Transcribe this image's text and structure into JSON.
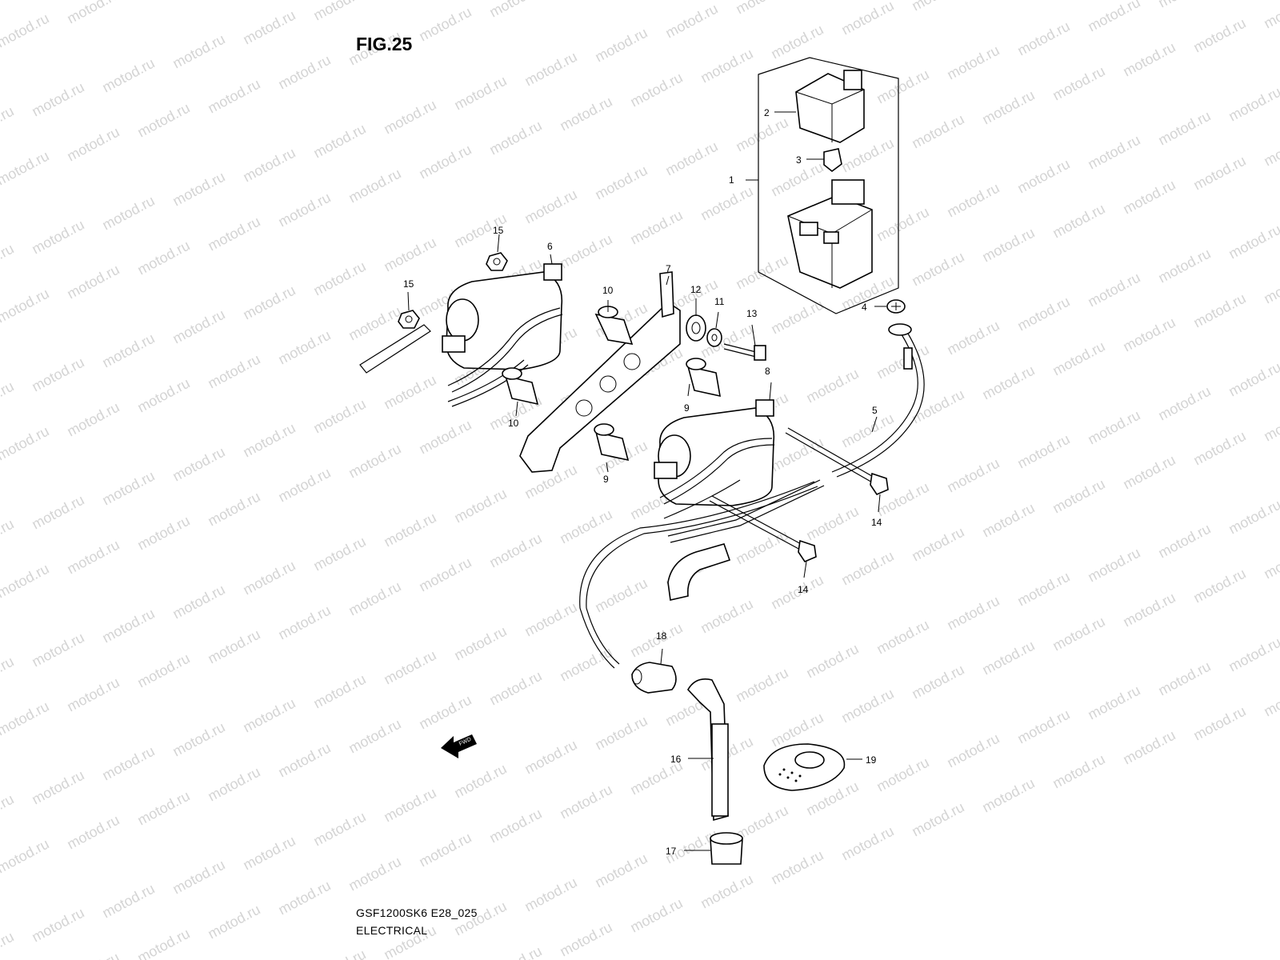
{
  "figure": {
    "title": "FIG.25",
    "code": "GSF1200SK6 E28_025",
    "name": "ELECTRICAL"
  },
  "watermark": {
    "text": "motod.ru"
  },
  "callouts": [
    "1",
    "2",
    "3",
    "4",
    "5",
    "6",
    "7",
    "8",
    "9",
    "9",
    "10",
    "10",
    "11",
    "12",
    "13",
    "14",
    "14",
    "15",
    "15",
    "16",
    "17",
    "18",
    "19"
  ],
  "direction_badge": {
    "text": "FWD"
  },
  "colors": {
    "line": "#000000",
    "watermark": "#d4d4d4",
    "background": "#ffffff"
  },
  "icons": [
    "fwd-arrow-icon"
  ]
}
